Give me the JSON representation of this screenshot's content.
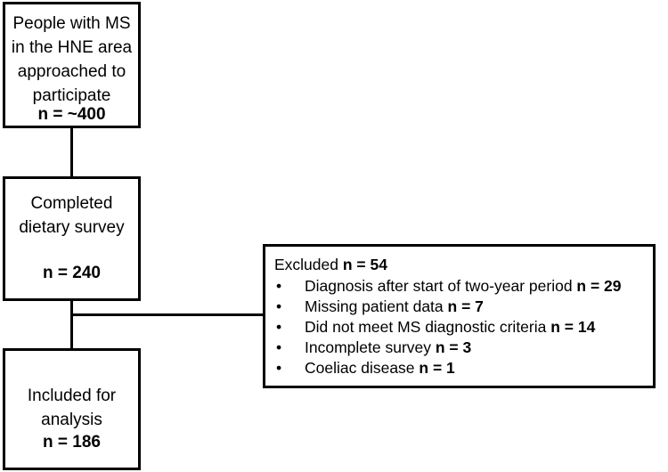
{
  "flowchart": {
    "approached": {
      "label": "People with MS in the HNE area approached to participate",
      "count": "n = ~400"
    },
    "completed": {
      "label": "Completed dietary survey",
      "count": "n = 240"
    },
    "included": {
      "label": "Included for analysis",
      "count": "n = 186"
    },
    "excluded": {
      "heading_label": "Excluded ",
      "heading_count": "n = 54",
      "bullet_glyph": "•",
      "items": [
        {
          "label": "Diagnosis after start of two-year period ",
          "count": "n = 29"
        },
        {
          "label": "Missing patient data ",
          "count": "n = 7"
        },
        {
          "label": "Did not meet MS diagnostic criteria ",
          "count": "n = 14"
        },
        {
          "label": "Incomplete survey ",
          "count": "n = 3"
        },
        {
          "label": "Coeliac disease ",
          "count": "n = 1"
        }
      ]
    }
  },
  "colors": {
    "border": "#000000",
    "background": "#ffffff",
    "text": "#000000"
  }
}
